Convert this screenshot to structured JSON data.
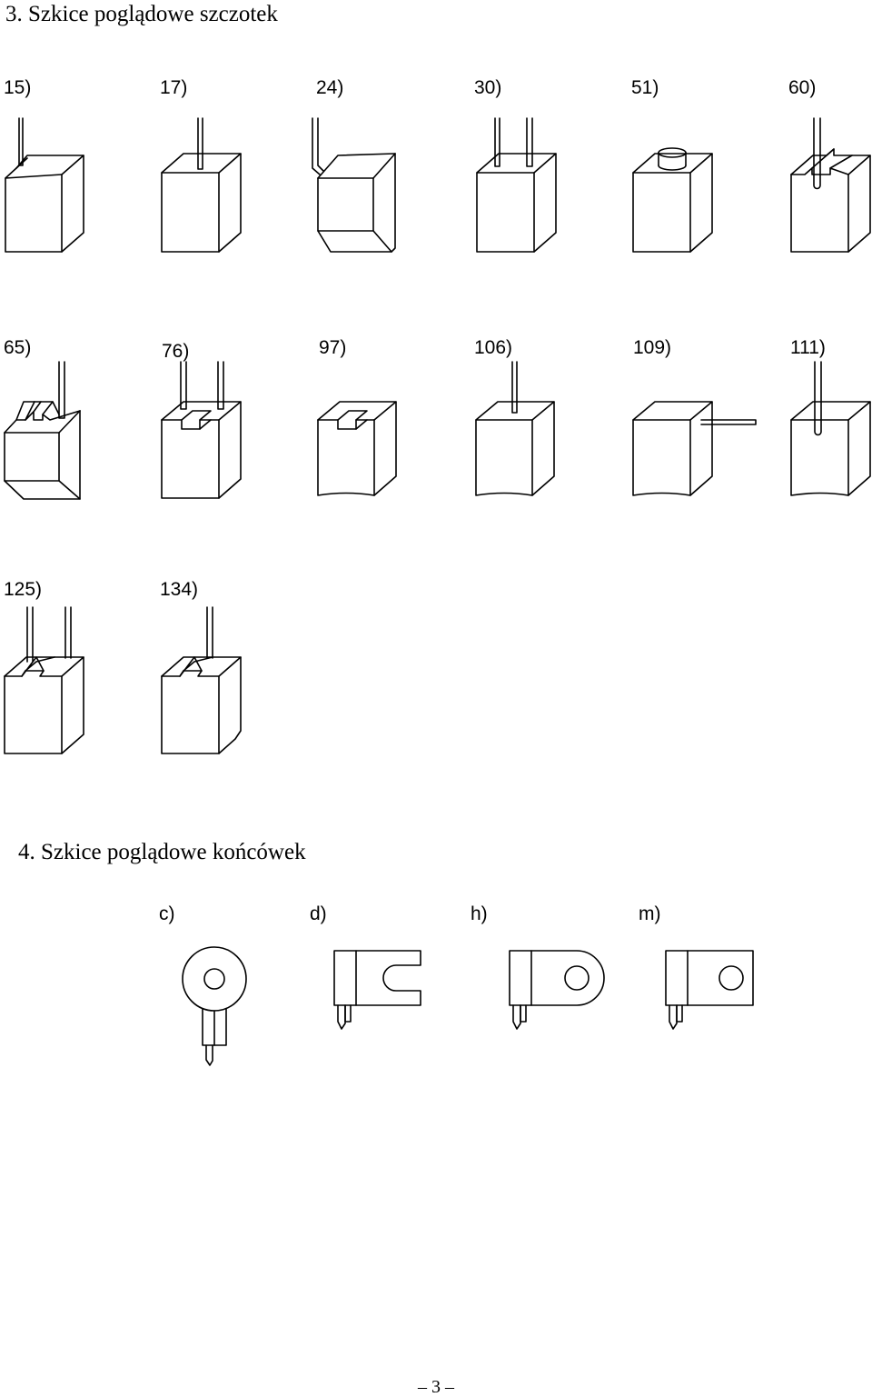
{
  "sections": {
    "brushes_title": "3. Szkice poglądowe szczotek",
    "terminals_title": "4. Szkice poglądowe końcówek"
  },
  "brushes": [
    {
      "label": "15)"
    },
    {
      "label": "17)"
    },
    {
      "label": "24)"
    },
    {
      "label": "30)"
    },
    {
      "label": "51)"
    },
    {
      "label": "60)"
    },
    {
      "label": "65)"
    },
    {
      "label": "76)"
    },
    {
      "label": "97)"
    },
    {
      "label": "106)"
    },
    {
      "label": "109)"
    },
    {
      "label": "111)"
    },
    {
      "label": "125)"
    },
    {
      "label": "134)"
    }
  ],
  "terminals": [
    {
      "label": "c)"
    },
    {
      "label": "d)"
    },
    {
      "label": "h)"
    },
    {
      "label": "m)"
    }
  ],
  "page": {
    "number": "– 3 –"
  }
}
